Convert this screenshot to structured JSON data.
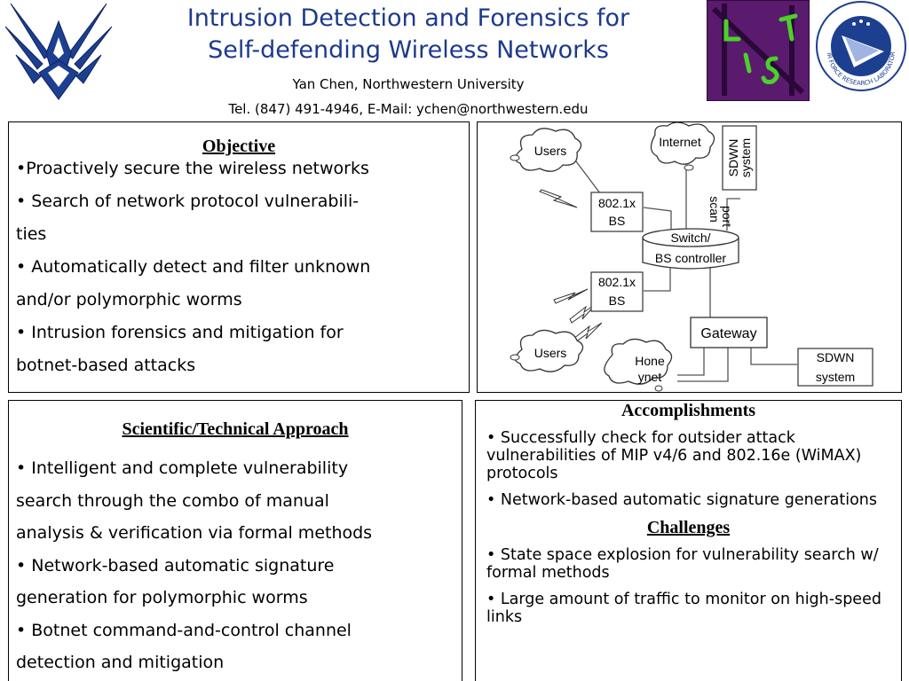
{
  "header": {
    "title_line1": "Intrusion Detection and Forensics for",
    "title_line2": "Self-defending Wireless Networks",
    "author": "Yan Chen, Northwestern University",
    "contact": "Tel. (847) 491-4946, E-Mail: ychen@northwestern.edu",
    "logo_left_icon": "air-force-wings-logo",
    "logo_lab_letters": "L I S T",
    "logo_right_icon": "air-force-research-laboratory-seal",
    "logo_right_text": "AIR FORCE RESEARCH LABORATORY"
  },
  "objective": {
    "title": "Objective",
    "items": [
      "•Proactively secure the wireless networks",
      "• Search of network protocol vulnerabili-",
      "ties",
      "• Automatically detect and filter unknown",
      "and/or polymorphic worms",
      "• Intrusion forensics  and mitigation for",
      "botnet-based attacks"
    ]
  },
  "diagram": {
    "users_top": "Users",
    "users_bottom": "Users",
    "internet": "Internet",
    "sdwn_top_1": "SDWN",
    "sdwn_top_2": "system",
    "scan_port_1": "scan",
    "scan_port_2": "port",
    "bs_top_1": "802.1x",
    "bs_top_2": "BS",
    "bs_bottom_1": "802.1x",
    "bs_bottom_2": "BS",
    "switch_1": "Switch/",
    "switch_2": "BS controller",
    "gateway": "Gateway",
    "honeynet_1": "Hone",
    "honeynet_2": "ynet",
    "sdwn_bottom_1": "SDWN",
    "sdwn_bottom_2": "system"
  },
  "approach": {
    "title": "Scientific/Technical Approach",
    "items": [
      "• Intelligent and complete vulnerability",
      "search through the combo of manual",
      "analysis & verification via formal methods",
      "• Network-based automatic signature",
      "generation for polymorphic worms",
      "• Botnet command-and-control channel",
      "detection and mitigation"
    ]
  },
  "accomplishments": {
    "title": "Accomplishments",
    "items": [
      "• Successfully check for outsider attack vulnerabilities of MIP v4/6 and 802.16e (WiMAX) protocols",
      "• Network-based automatic signature generations"
    ]
  },
  "challenges": {
    "title": "Challenges",
    "items": [
      "• State space explosion for vulnerability search w/ formal methods",
      "• Large amount of traffic to monitor on high-speed links"
    ]
  },
  "colors": {
    "title": "#1c3a8c",
    "logo_blue": "#1d3f8f",
    "lab_purple": "#5a1a6e",
    "lab_green": "#4bd12a"
  }
}
